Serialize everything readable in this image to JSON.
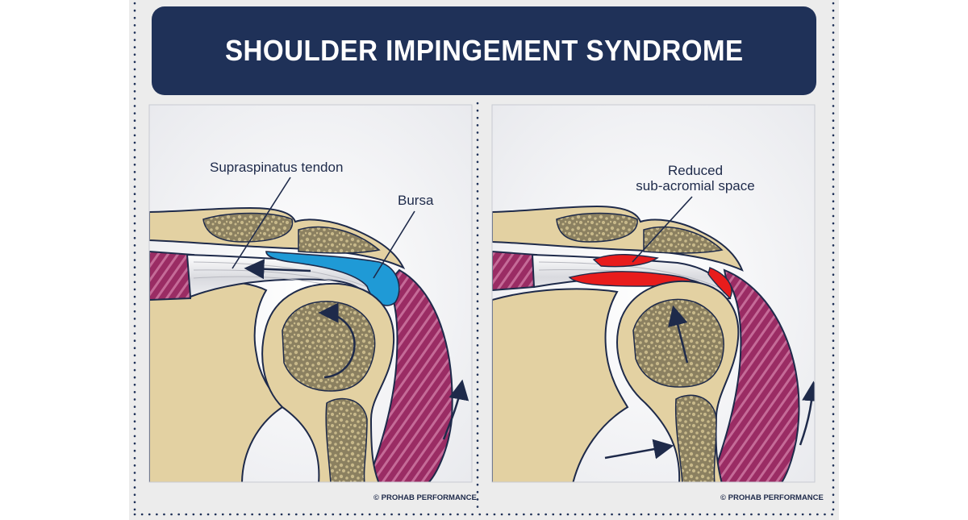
{
  "title": "SHOULDER IMPINGEMENT SYNDROME",
  "left_panel": {
    "label_tendon": "Supraspinatus tendon",
    "label_bursa": "Bursa",
    "copyright": "© PROHAB PERFORMANCE"
  },
  "right_panel": {
    "label_reduced_line1": "Reduced",
    "label_reduced_line2": "sub-acromial space",
    "copyright": "© PROHAB PERFORMANCE"
  },
  "colors": {
    "banner": "#1f3158",
    "bone": "#e3d1a2",
    "marrow": "#8b8060",
    "muscle": "#9a2c64",
    "bursa": "#1f9ad6",
    "impingement": "#e81c1c",
    "outline": "#1e2a4a"
  }
}
